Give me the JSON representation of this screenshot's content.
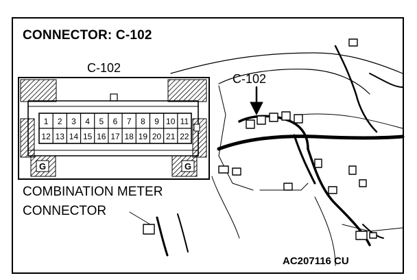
{
  "title": "CONNECTOR: C-102",
  "connector_label": "C-102",
  "callout_label": "C-102",
  "name_line1": "COMBINATION METER",
  "name_line2": "CONNECTOR",
  "figure_code": "AC207116 CU",
  "ground_label": "G",
  "pins_row1": [
    "1",
    "2",
    "3",
    "4",
    "5",
    "6",
    "7",
    "8",
    "9",
    "10",
    "11"
  ],
  "pins_row2": [
    "12",
    "13",
    "14",
    "15",
    "16",
    "17",
    "18",
    "19",
    "20",
    "21",
    "22"
  ]
}
